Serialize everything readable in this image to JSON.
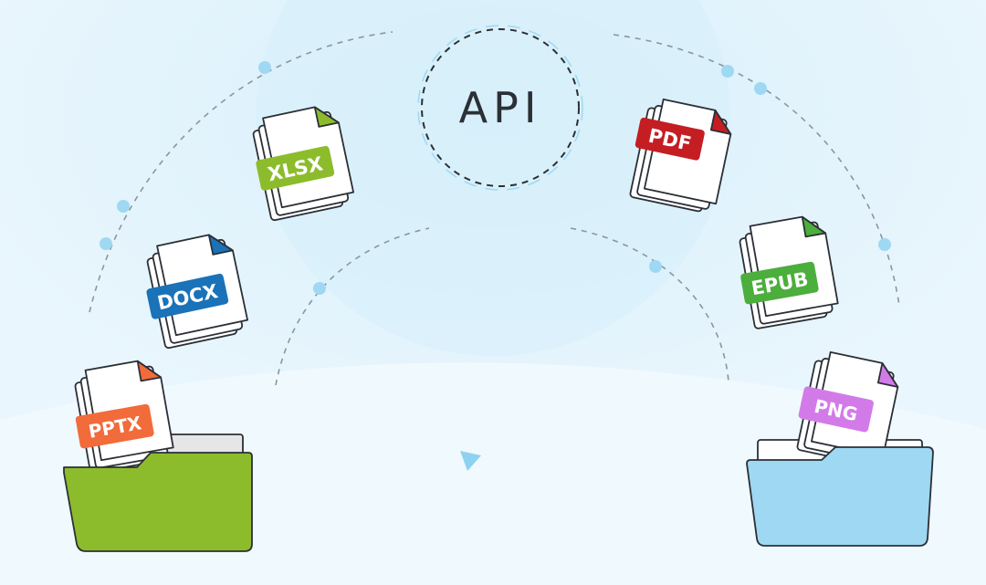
{
  "api_hub": {
    "label": "API"
  },
  "input_files": [
    {
      "key": "xlsx",
      "label": "XLSX",
      "color": "#8cbc2c"
    },
    {
      "key": "docx",
      "label": "DOCX",
      "color": "#1a72b8"
    },
    {
      "key": "pptx",
      "label": "PPTX",
      "color": "#f26b3a"
    }
  ],
  "output_files": [
    {
      "key": "pdf",
      "label": "PDF",
      "color": "#c41e23"
    },
    {
      "key": "epub",
      "label": "EPUB",
      "color": "#4cae3c"
    },
    {
      "key": "png",
      "label": "PNG",
      "color": "#d27be8"
    }
  ],
  "folders": {
    "source": {
      "color": "#8cbc2c"
    },
    "destination": {
      "color": "#9ed8f2"
    }
  },
  "colors": {
    "background": "#eaf6fd",
    "dashed_arc": "#8a969f",
    "dot": "#9fd8f2",
    "outline": "#2b2f36"
  }
}
